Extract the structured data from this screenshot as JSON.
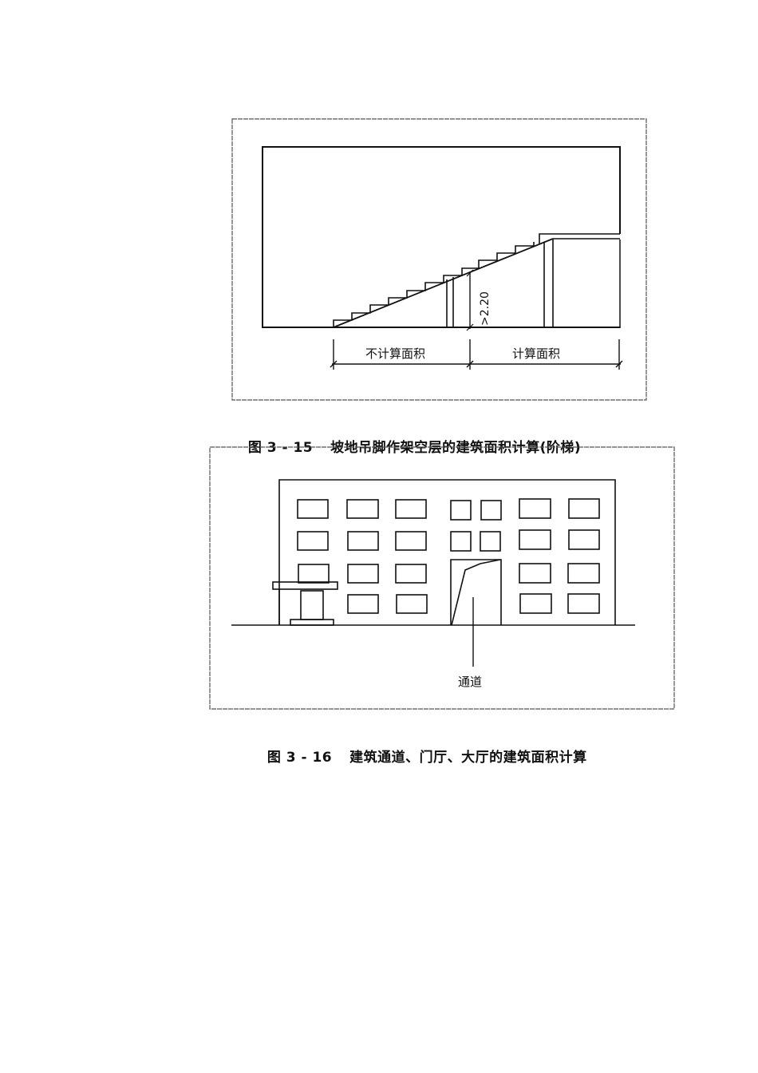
{
  "figures": [
    {
      "id": "fig-3-15",
      "number": "图 3 - 15",
      "title": "坡地吊脚作架空层的建筑面积计算(阶梯)",
      "labels": {
        "left_zone": "不计算面积",
        "right_zone": "计算面积",
        "height_dimension": ">2.20"
      },
      "steps": 14
    },
    {
      "id": "fig-3-16",
      "number": "图 3 - 16",
      "title": "建筑通道、门厅、大厅的建筑面积计算",
      "labels": {
        "passage": "通道"
      }
    }
  ]
}
